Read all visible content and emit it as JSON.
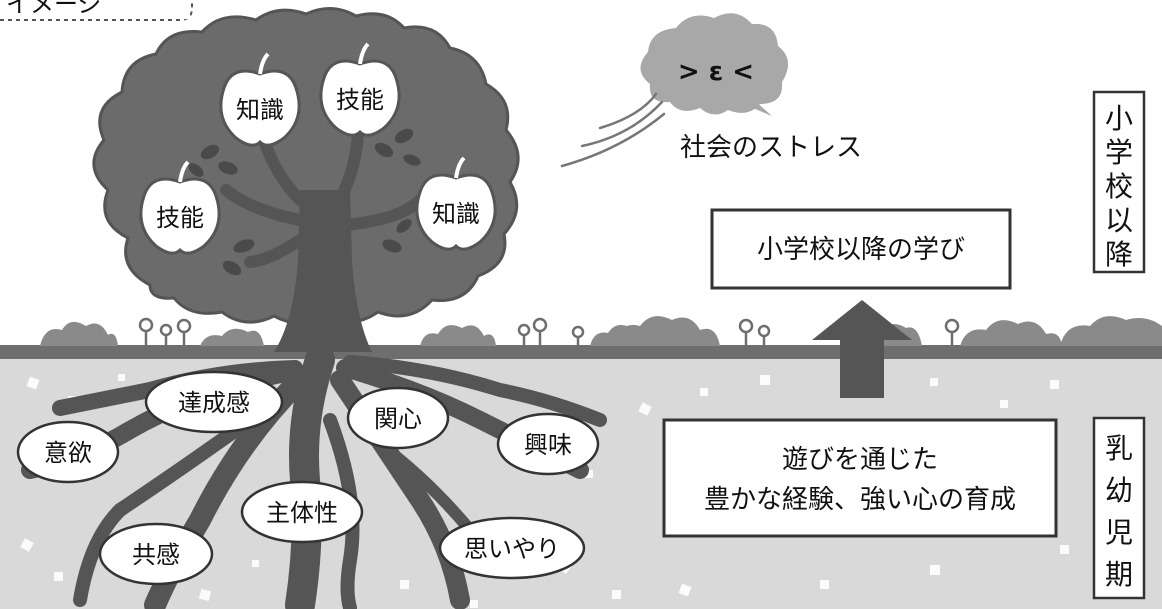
{
  "corner_tab": {
    "label": "イメージ"
  },
  "tree": {
    "fruits": [
      {
        "label": "知識"
      },
      {
        "label": "技能"
      },
      {
        "label": "技能"
      },
      {
        "label": "知識"
      }
    ],
    "roots": [
      {
        "label": "達成感"
      },
      {
        "label": "関心"
      },
      {
        "label": "意欲"
      },
      {
        "label": "興味"
      },
      {
        "label": "主体性"
      },
      {
        "label": "共感"
      },
      {
        "label": "思いやり"
      }
    ]
  },
  "stress": {
    "label": "社会のストレス",
    "face": "> ε <"
  },
  "boxes": {
    "upper": "小学校以降の学び",
    "lower_line1": "遊びを通じた",
    "lower_line2": "豊かな経験、強い心の育成"
  },
  "side_labels": {
    "upper": [
      "小",
      "学",
      "校",
      "以",
      "降"
    ],
    "lower": [
      "乳",
      "幼",
      "児",
      "期"
    ]
  },
  "colors": {
    "canopy": "#6b6b6b",
    "canopy_outline": "#4a4a4a",
    "trunk": "#555555",
    "soil": "#d9d9d9",
    "ground_line": "#6e6e6e",
    "bush": "#8a8a8a",
    "cloud": "#a8a8a8",
    "arrow": "#555555"
  }
}
